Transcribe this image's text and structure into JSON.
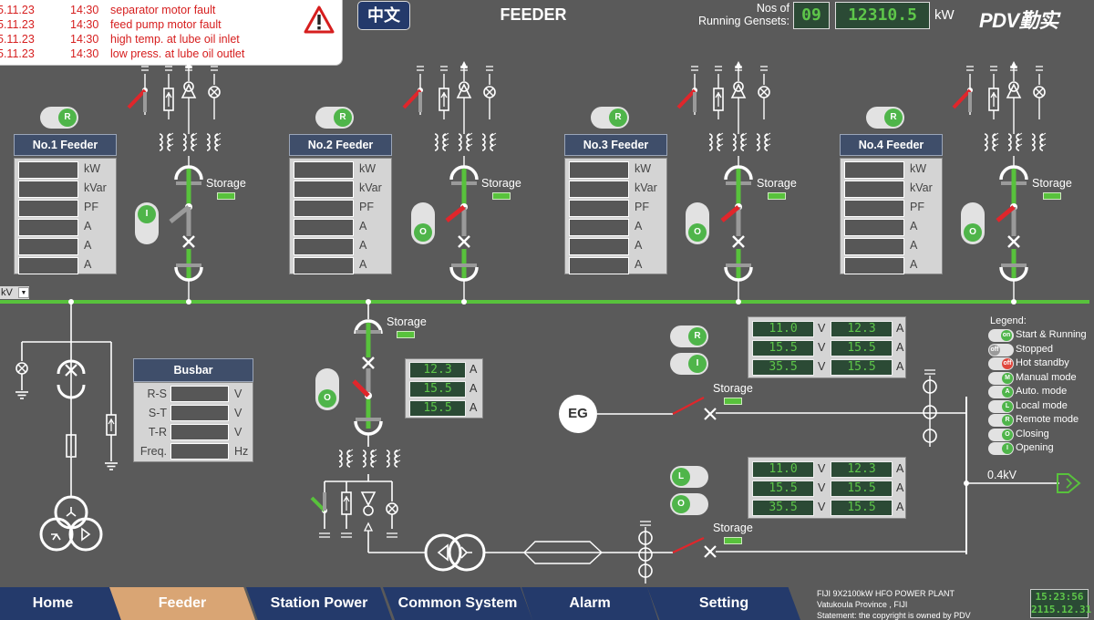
{
  "alarms": [
    {
      "date": "5.11.23",
      "time": "14:30",
      "text": "separator motor fault"
    },
    {
      "date": "5.11.23",
      "time": "14:30",
      "text": "feed pump motor fault"
    },
    {
      "date": "5.11.23",
      "time": "14:30",
      "text": "high temp. at lube oil inlet"
    },
    {
      "date": "5.11.23",
      "time": "14:30",
      "text": "low press. at lube oil outlet"
    }
  ],
  "header": {
    "lang_button": "中文",
    "title": "FEEDER",
    "gensets_label_1": "Nos of",
    "gensets_label_2": "Running Gensets:",
    "gensets_count": "09",
    "total_power": "12310.5",
    "power_unit": "kW",
    "brand": "PDV勤实"
  },
  "feeders": [
    {
      "title": "No.1 Feeder",
      "toggle": "R",
      "breaker": "I"
    },
    {
      "title": "No.2 Feeder",
      "toggle": "R",
      "breaker": "O"
    },
    {
      "title": "No.3 Feeder",
      "toggle": "R",
      "breaker": "O"
    },
    {
      "title": "No.4 Feeder",
      "toggle": "R",
      "breaker": "O"
    }
  ],
  "feeder_units": [
    "kW",
    "kVar",
    "PF",
    "A",
    "A",
    "A"
  ],
  "storage_label": "Storage",
  "kv_select": "kV",
  "busbar": {
    "title": "Busbar",
    "rows": [
      {
        "label": "R-S",
        "unit": "V"
      },
      {
        "label": "S-T",
        "unit": "V"
      },
      {
        "label": "T-R",
        "unit": "V"
      },
      {
        "label": "Freq.",
        "unit": "Hz"
      }
    ]
  },
  "center_breaker": {
    "toggle": "O",
    "currents": [
      "12.3",
      "15.5",
      "15.5"
    ],
    "unit": "A"
  },
  "eg_panel": {
    "label": "EG",
    "toggles": [
      "R",
      "I"
    ],
    "rows": [
      {
        "v": "11.0",
        "vu": "V",
        "a": "12.3",
        "au": "A"
      },
      {
        "v": "15.5",
        "vu": "V",
        "a": "15.5",
        "au": "A"
      },
      {
        "v": "35.5",
        "vu": "V",
        "a": "15.5",
        "au": "A"
      }
    ]
  },
  "shore_panel": {
    "toggles": [
      "L",
      "O"
    ],
    "rows": [
      {
        "v": "11.0",
        "vu": "V",
        "a": "12.3",
        "au": "A"
      },
      {
        "v": "15.5",
        "vu": "V",
        "a": "15.5",
        "au": "A"
      },
      {
        "v": "35.5",
        "vu": "V",
        "a": "15.5",
        "au": "A"
      }
    ]
  },
  "output_voltage": "0.4kV",
  "legend": {
    "title": "Legend:",
    "items": [
      {
        "sym": "on",
        "text": "Start & Running",
        "color": "#4fb54a"
      },
      {
        "sym": "off",
        "text": "Stopped",
        "color": "#9a9a9a"
      },
      {
        "sym": "off",
        "text": "Hot standby",
        "color": "#e0463c"
      },
      {
        "sym": "M",
        "text": "Manual mode",
        "color": "#4fb54a"
      },
      {
        "sym": "A",
        "text": "Auto. mode",
        "color": "#4fb54a"
      },
      {
        "sym": "L",
        "text": "Local mode",
        "color": "#4fb54a"
      },
      {
        "sym": "R",
        "text": "Remote mode",
        "color": "#4fb54a"
      },
      {
        "sym": "O",
        "text": "Closing",
        "color": "#4fb54a"
      },
      {
        "sym": "I",
        "text": "Opening",
        "color": "#4fb54a"
      }
    ]
  },
  "nav": [
    {
      "label": "Home",
      "active": false
    },
    {
      "label": "Feeder",
      "active": true
    },
    {
      "label": "Station Power",
      "active": false
    },
    {
      "label": "Common System",
      "active": false
    },
    {
      "label": "Alarm",
      "active": false
    },
    {
      "label": "Setting",
      "active": false
    }
  ],
  "plant_info": {
    "line1": "FIJI 9X2100kW HFO POWER PLANT",
    "line2": "Vatukoula  Province , FIJI",
    "line3": "Statement: the copyright is owned by PDV"
  },
  "clock": {
    "time": "15:23:56",
    "date": "2115.12.31"
  },
  "colors": {
    "background": "#5a5a5a",
    "energized": "#58c23c",
    "navy": "#243a6b",
    "active_tab": "#d9a574",
    "alarm_red": "#d61e1e"
  }
}
